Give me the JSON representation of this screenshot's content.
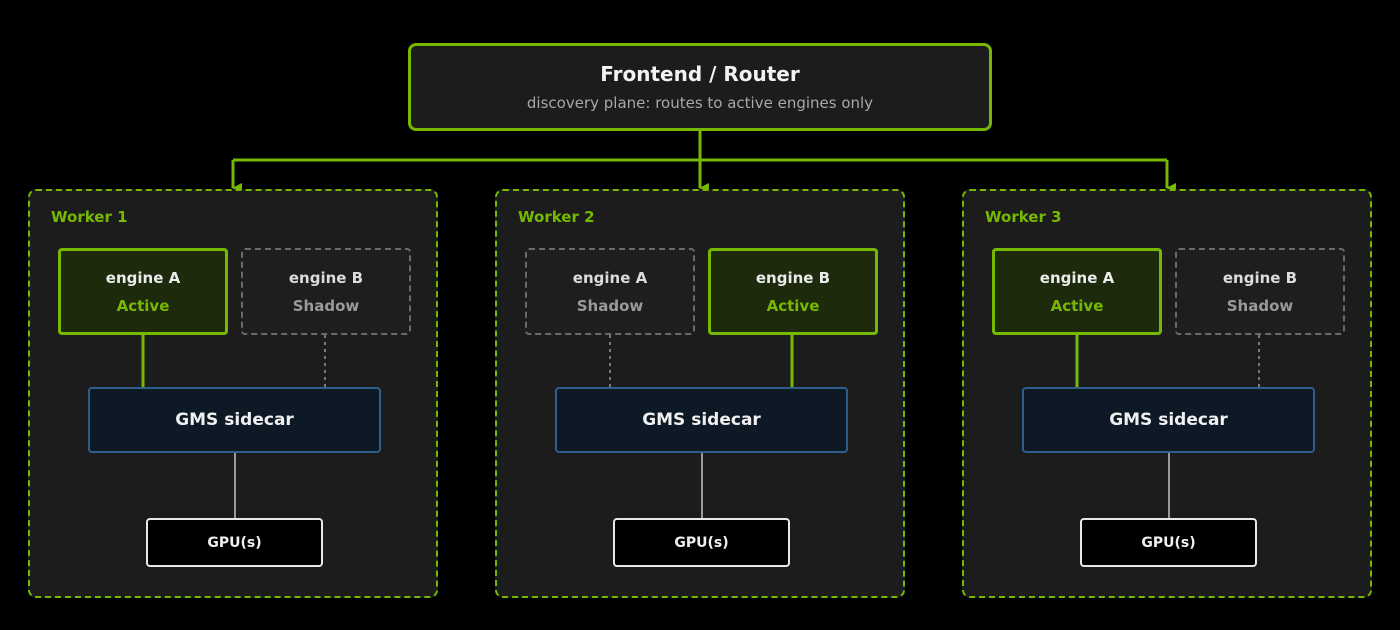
{
  "router": {
    "title": "Frontend / Router",
    "subtitle": "discovery plane: routes to active engines only"
  },
  "workers": [
    {
      "label": "Worker 1",
      "engines": [
        {
          "name": "engine A",
          "state": "Active"
        },
        {
          "name": "engine B",
          "state": "Shadow"
        }
      ],
      "sidecar": "GMS sidecar",
      "gpu": "GPU(s)"
    },
    {
      "label": "Worker 2",
      "engines": [
        {
          "name": "engine A",
          "state": "Shadow"
        },
        {
          "name": "engine B",
          "state": "Active"
        }
      ],
      "sidecar": "GMS sidecar",
      "gpu": "GPU(s)"
    },
    {
      "label": "Worker 3",
      "engines": [
        {
          "name": "engine A",
          "state": "Active"
        },
        {
          "name": "engine B",
          "state": "Shadow"
        }
      ],
      "sidecar": "GMS sidecar",
      "gpu": "GPU(s)"
    }
  ],
  "colors": {
    "accent": "#76b900",
    "sidecar_border": "#2f5d8c",
    "shadow_border": "#6a6a6a",
    "background": "#000000"
  }
}
